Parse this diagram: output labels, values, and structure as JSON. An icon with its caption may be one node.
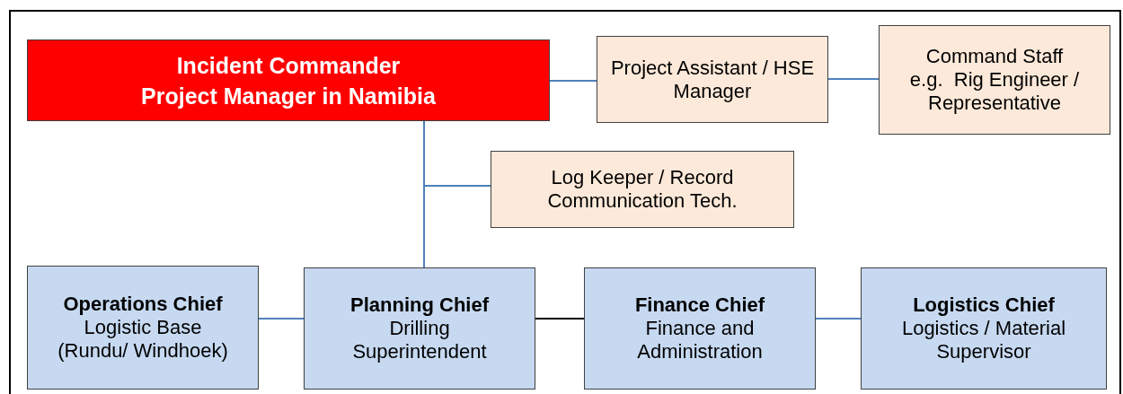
{
  "diagram": {
    "nodes": [
      {
        "text": [
          "Incident Commander",
          "Project Manager in Namibia"
        ]
      },
      {
        "text": [
          "Project Assistant / HSE Manager"
        ]
      },
      {
        "text": [
          "Command Staff",
          "e.g.  Rig Engineer / Representative"
        ]
      },
      {
        "text": [
          "Log Keeper / Record Communication Tech."
        ]
      },
      {
        "text": [
          "Operations Chief",
          "Logistic Base (Rundu/ Windhoek)"
        ]
      },
      {
        "text": [
          "Planning Chief",
          "Drilling Superintendent"
        ]
      },
      {
        "text": [
          "Finance Chief",
          "Finance and Administration"
        ]
      },
      {
        "text": [
          "Logistics Chief",
          "Logistics / Material Supervisor"
        ]
      }
    ],
    "edges": [
      {
        "from": 0,
        "to": 1,
        "arrow": "none"
      },
      {
        "from": 1,
        "to": 2,
        "arrow": "none"
      },
      {
        "from": 0,
        "to": 3,
        "arrow": "none"
      },
      {
        "from": 0,
        "to": 5,
        "arrow": "none"
      },
      {
        "from": 4,
        "to": 5,
        "arrow": "none"
      },
      {
        "from": 5,
        "to": 6,
        "arrow": "none",
        "color": "#000000"
      },
      {
        "from": 6,
        "to": 7,
        "arrow": "none"
      }
    ]
  }
}
